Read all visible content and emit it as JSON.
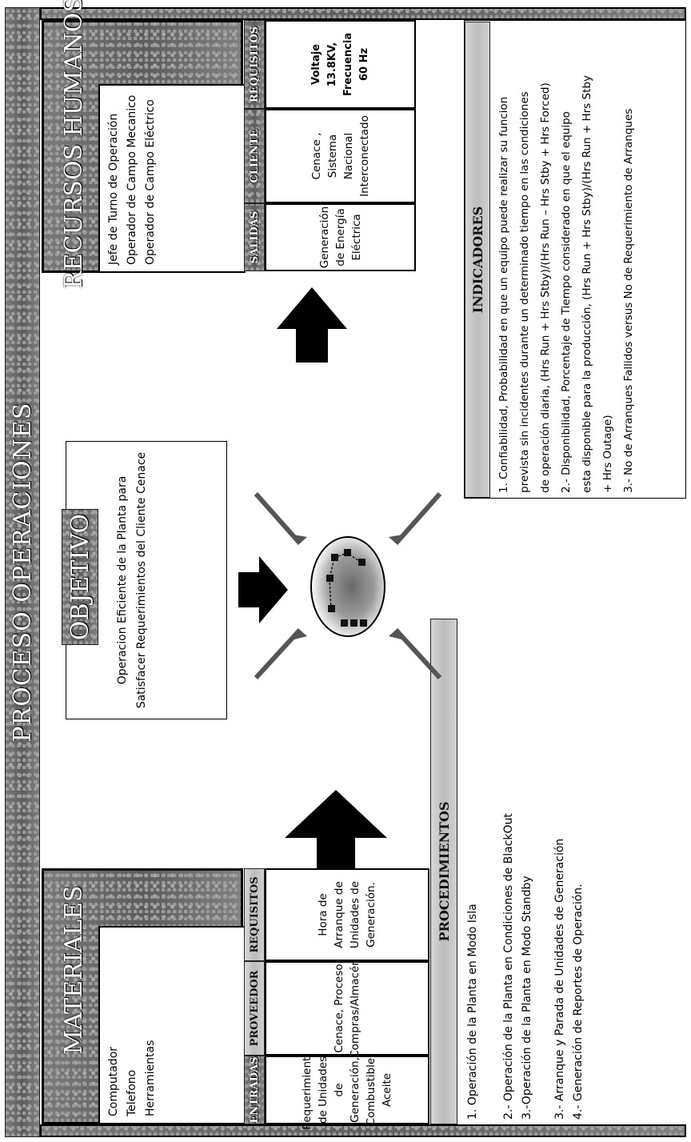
{
  "title": "PROCESO OPERACIONES",
  "materiales": {
    "header": "MATERIALES",
    "items": [
      "Computador",
      "Telefono",
      "Herramientas"
    ]
  },
  "recursos_humanos": {
    "header": "RECURSOS HUMANOS",
    "items": [
      "Jefe de Turno de Operación",
      "Operador de Campo Mecanico",
      "Operador de Campo Eléctrico"
    ]
  },
  "objetivo": {
    "header": "OBJETIVO",
    "text": "Operacion Eficiente de la Planta para Satisfacer Requerimientos del Cliente Cenace"
  },
  "entradas_table": {
    "headers": [
      "ENTRADAS",
      "PROVEEDOR",
      "REQUISITOS"
    ],
    "cells": [
      "Requerimiento de Unidades de Generación, Combustible, Aceite",
      "Cenace, Proceso Compras/Almacén",
      "Hora de Arranque de Unidades de Generación."
    ]
  },
  "salidas_table": {
    "headers": [
      "SALIDAS",
      "CLIENTE",
      "REQUISITOS"
    ],
    "cells": [
      "Generación de Energía Eléctrica",
      "Cenace , Sistema Nacional Interconectado",
      "Voltaje 13.8KV, Frecuencia 60 Hz"
    ]
  },
  "procedimientos": {
    "header": "PROCEDIMIENTOS",
    "items": [
      "1.  Operación de la Planta en Modo Isla",
      "2.- Operación de la Planta en Condiciones de BlackOut",
      "3.-Operación de la Planta en Modo Standby",
      "3.- Arranque y Parada de Unidades de Generación",
      "4.- Generación de Reportes de Operación."
    ]
  },
  "indicadores": {
    "header": "INDICADORES",
    "lines": [
      "1.  Confiabilidad, Probabilidad en que un equipo puede realizar su funcion",
      "prevista sin incidentes durante un determinado tiempo en las condiciones",
      "de operación diaria, (Hrs Run + Hrs Stby)/(Hrs Run – Hrs Stby + Hrs Forced)",
      "2.- Disponibilidad, Porcentaje de Tiempo considerado en que el equipo",
      "esta disponible para la producción, (Hrs Run + Hrs Stby)/(Hrs Run + Hrs Stby",
      "+ Hrs Outage)",
      "3.- No de Arranques Fallidos versus No de Requerimiento de Arranques"
    ]
  },
  "colors": {
    "header_dark": "#6b6b6b",
    "header_light": "#c8c8c8",
    "arrow": "#000000"
  }
}
